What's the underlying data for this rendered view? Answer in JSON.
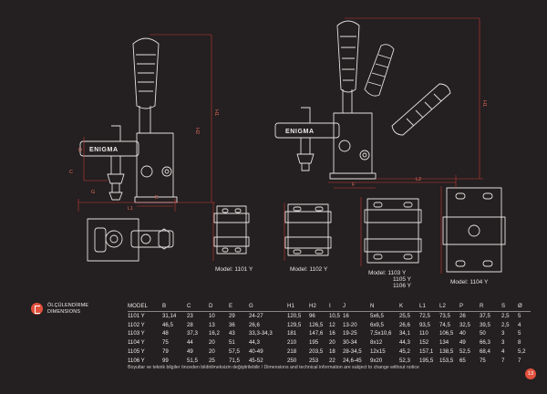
{
  "drawings": {
    "brand_left": "ENIGMA",
    "brand_right": "ENIGMA",
    "dim_labels": {
      "h1_left": "H1",
      "h2_left": "H2",
      "c": "C",
      "d": "D",
      "g": "G",
      "e": "E",
      "l1_left": "L1",
      "h1_right": "H1",
      "l2": "L2",
      "f": "F"
    }
  },
  "models": [
    {
      "label": "Model: 1101 Y"
    },
    {
      "label": "Model: 1102 Y"
    },
    {
      "label": "Model: 1103 Y"
    },
    {
      "label": "1105 Y"
    },
    {
      "label": "1106 Y"
    },
    {
      "label": "Model: 1104 Y"
    }
  ],
  "section": {
    "line1": "ÖLÇÜLENDİRME",
    "line2": "DIMENSIONS"
  },
  "table": {
    "headers": [
      "MODEL",
      "B",
      "C",
      "D",
      "E",
      "G",
      "H1",
      "H2",
      "I",
      "J",
      "N",
      "K",
      "L1",
      "L2",
      "P",
      "R",
      "S",
      "Ø"
    ],
    "rows": [
      [
        "1101 Y",
        "31,14",
        "23",
        "10",
        "29",
        "24-27",
        "120,5",
        "96",
        "10,5",
        "16",
        "5x6,5",
        "25,5",
        "72,5",
        "73,5",
        "26",
        "37,5",
        "2,5",
        "5"
      ],
      [
        "1102 Y",
        "46,5",
        "28",
        "13",
        "36",
        "26,6",
        "129,5",
        "126,5",
        "12",
        "13-20",
        "6x9,5",
        "26,6",
        "93,5",
        "74,5",
        "32,5",
        "39,5",
        "2,5",
        "4"
      ],
      [
        "1103 Y",
        "48",
        "37,3",
        "16,2",
        "43",
        "33,3-34,3",
        "181",
        "147,6",
        "16",
        "19-25",
        "7,5x10,6",
        "34,1",
        "110",
        "106,5",
        "40",
        "50",
        "3",
        "5"
      ],
      [
        "1104 Y",
        "75",
        "44",
        "20",
        "51",
        "44,3",
        "210",
        "195",
        "20",
        "30-34",
        "8x12",
        "44,3",
        "152",
        "134",
        "49",
        "66,3",
        "3",
        "8"
      ],
      [
        "1105 Y",
        "79",
        "49",
        "20",
        "57,5",
        "40-49",
        "218",
        "203,5",
        "18",
        "28-34,5",
        "12x15",
        "45,2",
        "157,1",
        "138,5",
        "52,5",
        "68,4",
        "4",
        "5,2"
      ],
      [
        "1106 Y",
        "99",
        "51,5",
        "25",
        "71,5",
        "45-52",
        "250",
        "253",
        "22",
        "24,6-45",
        "9x20",
        "52,3",
        "195,5",
        "153,5",
        "65",
        "75",
        "7",
        "7"
      ]
    ]
  },
  "footer": {
    "text": "Boyutlar ve teknik bilgiler önceden bildirilmeksizin değiştirilebilir / Dimensions and technical information are subject to change without notice",
    "page": "13"
  },
  "colors": {
    "background": "#241f20",
    "line": "#e6e1e1",
    "dimension": "#c23a38",
    "accent": "#e0513d"
  }
}
